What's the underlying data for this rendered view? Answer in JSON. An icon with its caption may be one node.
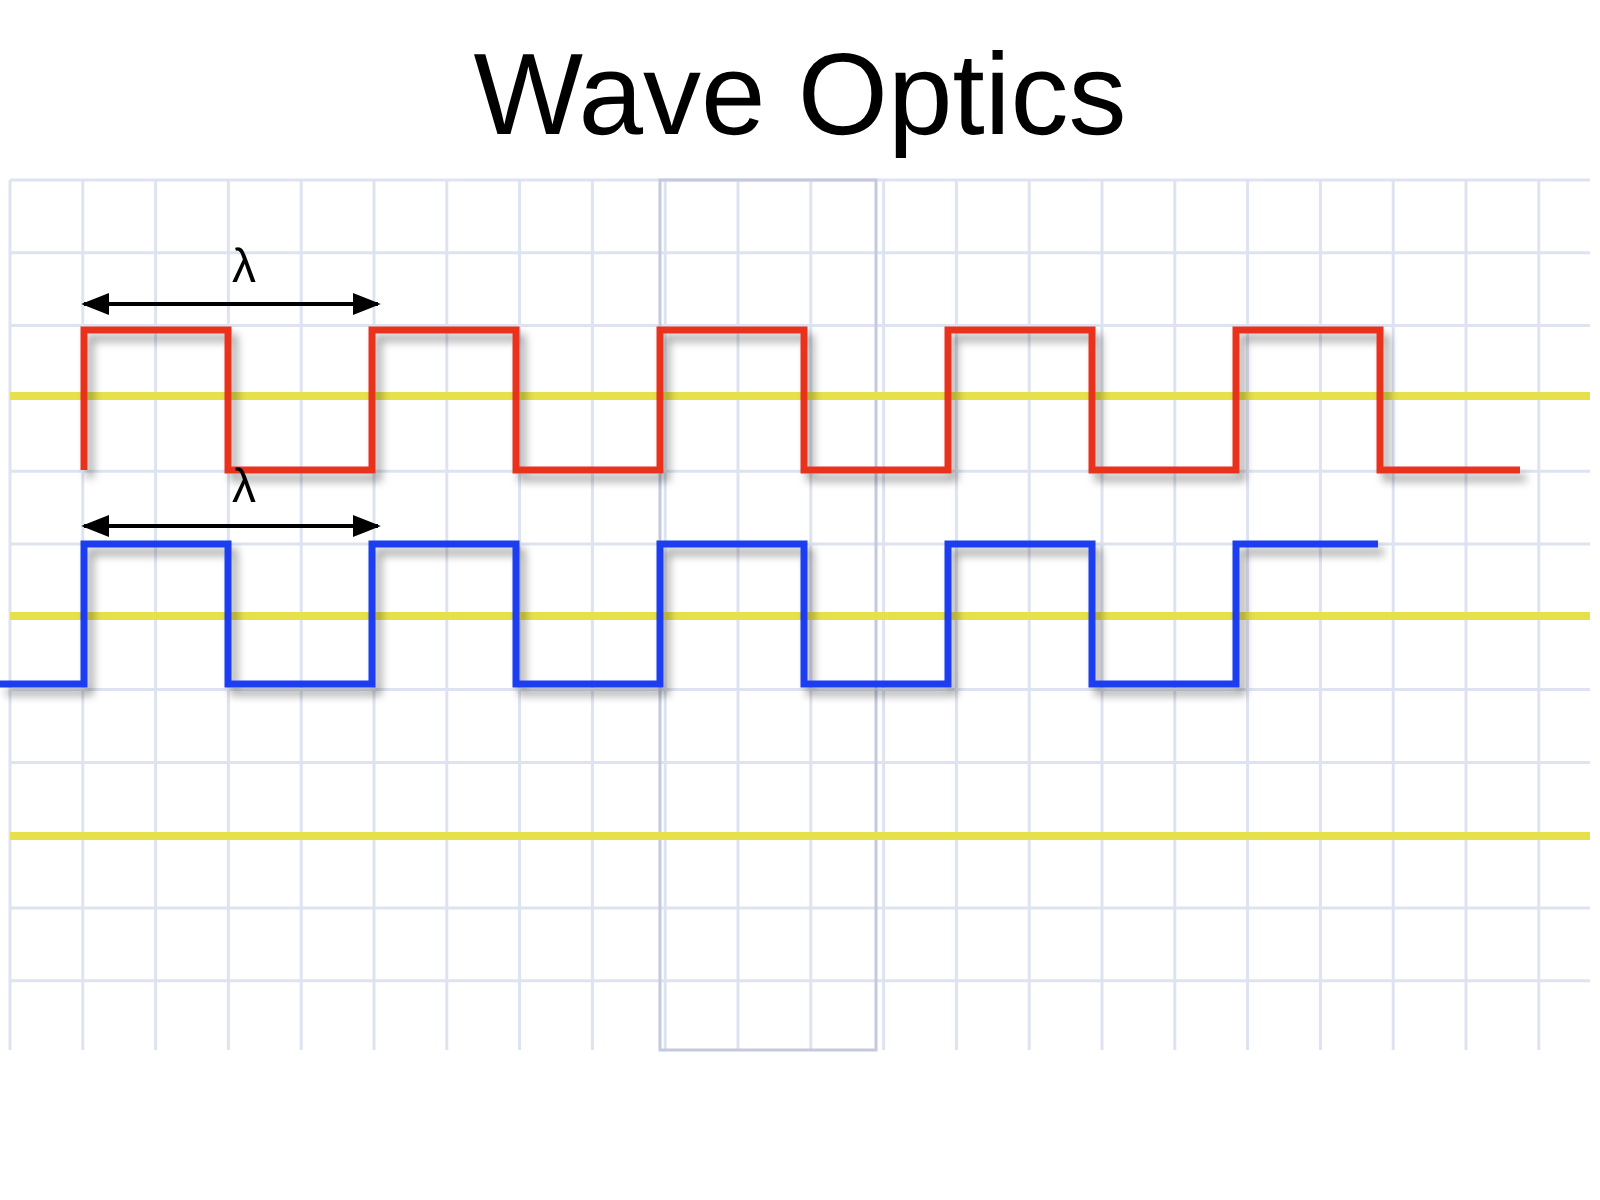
{
  "diagram": {
    "title": "Wave Optics",
    "labels": [
      "λ",
      "λ"
    ]
  }
}
